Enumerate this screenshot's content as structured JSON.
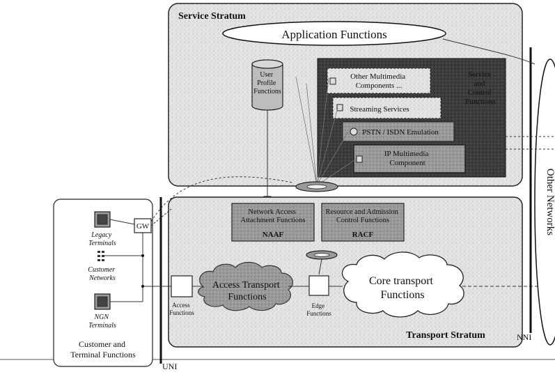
{
  "service_stratum": {
    "title": "Service Stratum",
    "application_functions": "Application Functions",
    "user_profile": [
      "User",
      "Profile",
      "Functions"
    ],
    "service_components": [
      [
        "Other Multimedia",
        "Components ..."
      ],
      [
        "Streaming Services"
      ],
      [
        "PSTN / ISDN Emulation"
      ],
      [
        "IP Multimedia",
        "Component"
      ]
    ],
    "service_control": [
      "Service",
      "and",
      "Control",
      "Functions"
    ]
  },
  "transport_stratum": {
    "title": "Transport Stratum",
    "naaf": {
      "lines": [
        "Network Access",
        "Attachment Functions"
      ],
      "abbr": "NAAF"
    },
    "racf": {
      "lines": [
        "Resource and Admission",
        "Control Functions"
      ],
      "abbr": "RACF"
    },
    "access_transport": [
      "Access Transport",
      "Functions"
    ],
    "core_transport": [
      "Core transport",
      "Functions"
    ],
    "access_functions": [
      "Access",
      "Functions"
    ],
    "edge_functions": [
      "Edge",
      "Functions"
    ]
  },
  "customer": {
    "title": [
      "Customer and",
      "Terminal Functions"
    ],
    "legacy_terminals": [
      "Legacy",
      "Terminals"
    ],
    "customer_networks": [
      "Customer",
      "Networks"
    ],
    "ngn_terminals": [
      "NGN",
      "Terminals"
    ],
    "gw": "GW"
  },
  "other_networks": "Other Networks",
  "interfaces": {
    "uni": "UNI",
    "nni": "NNI"
  }
}
